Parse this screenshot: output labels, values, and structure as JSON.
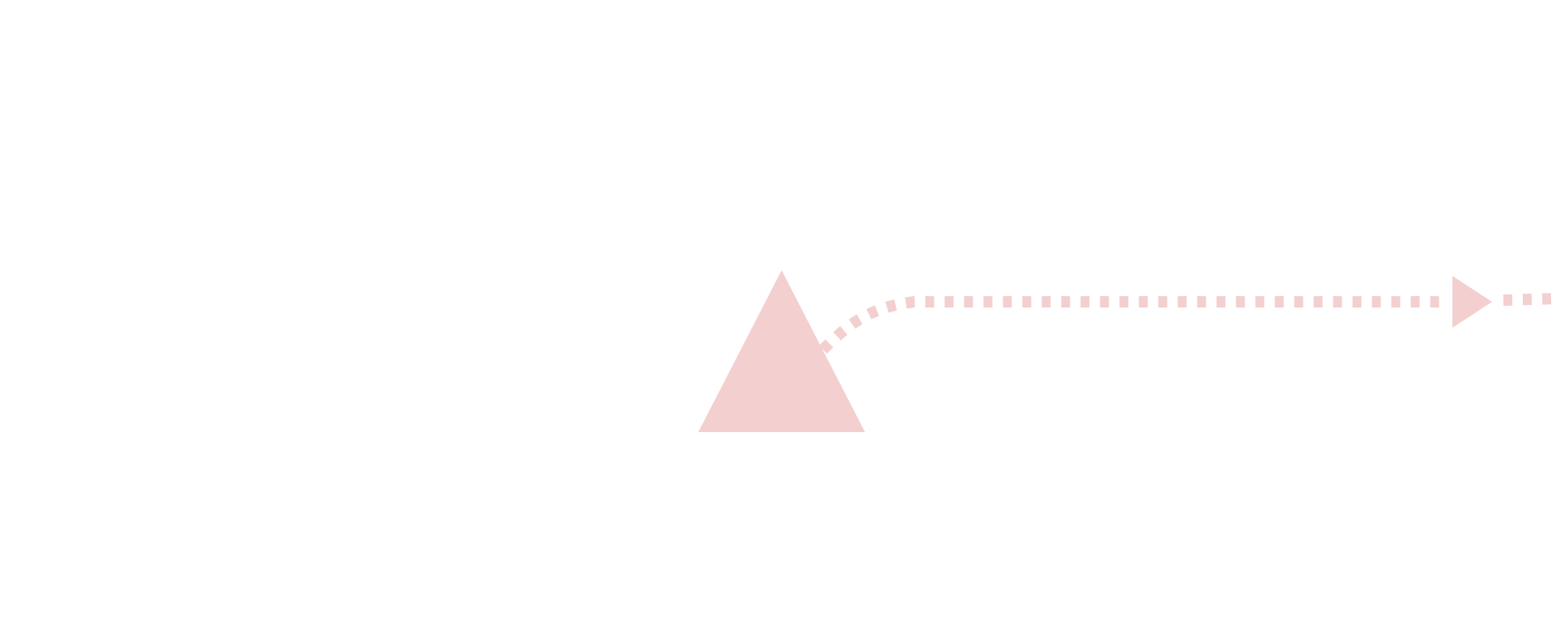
{
  "diagram": {
    "background": "#ffffff",
    "shape_color": "#f3cfcf",
    "nodes": [
      {
        "id": "triangle",
        "shape": "triangle"
      }
    ],
    "connectors": [
      {
        "id": "dotted-arrow",
        "style": "dotted",
        "from": "triangle",
        "arrowhead": "triangle-right"
      }
    ]
  }
}
